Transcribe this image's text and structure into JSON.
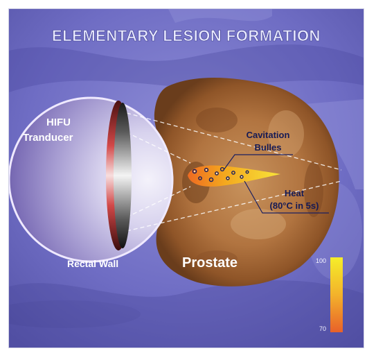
{
  "title": "ELEMENTARY LESION FORMATION",
  "labels": {
    "transducer_line1": "HIFU",
    "transducer_line2": "Tranducer",
    "cavitation_line1": "Cavitation",
    "cavitation_line2": "Bulles",
    "heat_line1": "Heat",
    "heat_line2": "(80°C in 5s)",
    "rectal_wall": "Rectal Wall",
    "prostate": "Prostate"
  },
  "scale": {
    "max_label": "100",
    "min_label": "70",
    "max_value": 100,
    "min_value": 70
  },
  "colors": {
    "background": "#6e6cc0",
    "tissue": "#b0733e",
    "scale_top": "#f5ee2a",
    "scale_bottom": "#e8612a",
    "heat_zone": "#f2c21c",
    "title_text": "#e8e9ff",
    "label_text": "#ffffff",
    "callout_text": "#151a55"
  }
}
